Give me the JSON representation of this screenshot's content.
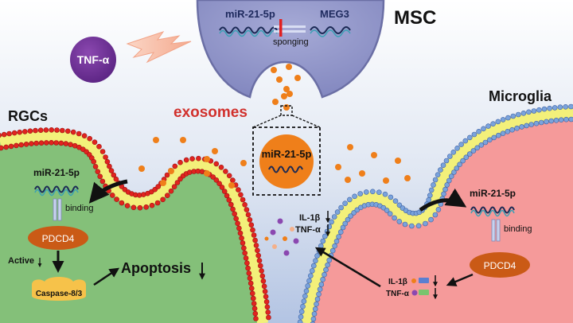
{
  "labels": {
    "msc": "MSC",
    "mir_top": "miR-21-5p",
    "meg3": "MEG3",
    "sponging": "sponging",
    "tnf_alpha_badge": "TNF-α",
    "exosomes": "exosomes",
    "mir_zoom": "miR-21-5p",
    "rgcs": "RGCs",
    "mir_rgc": "miR-21-5p",
    "binding_rgc": "binding",
    "pdcd4_rgc": "PDCD4",
    "active": "Active",
    "caspase": "Caspase-8/3",
    "apoptosis": "Apoptosis",
    "microglia": "Microglia",
    "mir_microglia": "miR-21-5p",
    "binding_microglia": "binding",
    "pdcd4_microglia": "PDCD4",
    "il1b_center": "IL-1β",
    "tnf_center": "TNF-α",
    "il1b_right": "IL-1β",
    "tnf_right": "TNF-α"
  },
  "colors": {
    "msc_cell": "#8d91c7",
    "tnf_badge": "#6a2c91",
    "exosome": "#ef7f1a",
    "rgc_cell": "#84c079",
    "rgc_membrane_head": "#e1231f",
    "microglia_cell": "#f59a9a",
    "microglia_membrane_head": "#7aa3dc",
    "membrane_core": "#f3f07a",
    "pdcd4": "#ca5a16",
    "caspase": "#f6c24a",
    "red_text": "#d1302c",
    "sponging_bar": "#e21f1f"
  }
}
